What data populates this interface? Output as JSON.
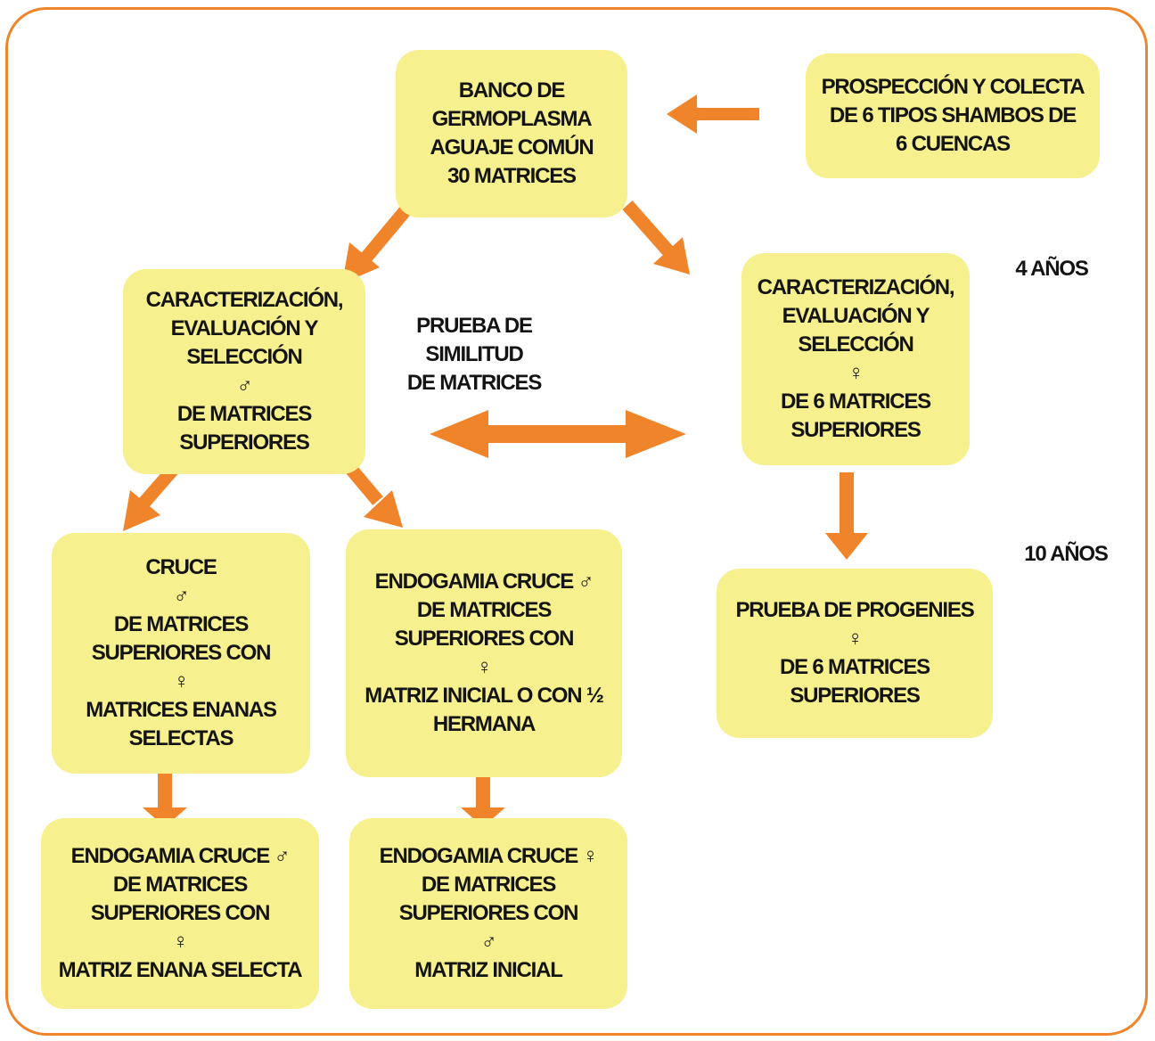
{
  "diagram": {
    "nodes": {
      "banco": [
        "BANCO DE",
        "GERMOPLASMA",
        "AGUAJE COMÚN",
        "30 MATRICES"
      ],
      "prospeccion": [
        "PROSPECCIÓN Y COLECTA",
        "DE 6 TIPOS SHAMBOS DE",
        "6 CUENCAS"
      ],
      "caract_left": [
        "CARACTERIZACIÓN,",
        "EVALUACIÓN Y",
        "SELECCIÓN",
        "♂",
        "DE MATRICES",
        "SUPERIORES"
      ],
      "caract_right": [
        "CARACTERIZACIÓN,",
        "EVALUACIÓN Y",
        "SELECCIÓN",
        "♀",
        "DE 6 MATRICES",
        "SUPERIORES"
      ],
      "cruce": [
        "CRUCE",
        "♂",
        "DE MATRICES",
        "SUPERIORES CON",
        "♀",
        "MATRICES ENANAS",
        "SELECTAS"
      ],
      "endogamia_mid": [
        "ENDOGAMIA CRUCE ♂",
        "DE MATRICES",
        "SUPERIORES CON",
        "♀",
        "MATRIZ INICIAL O CON ½",
        "HERMANA"
      ],
      "progenies": [
        "PRUEBA DE PROGENIES",
        "♀",
        "DE 6 MATRICES",
        "SUPERIORES"
      ],
      "endogamia_bl": [
        "ENDOGAMIA CRUCE ♂",
        "DE MATRICES",
        "SUPERIORES CON",
        "♀",
        "MATRIZ ENANA SELECTA"
      ],
      "endogamia_bm": [
        "ENDOGAMIA CRUCE ♀",
        "DE MATRICES",
        "SUPERIORES CON",
        "♂",
        "MATRIZ INICIAL"
      ]
    },
    "labels": {
      "similitud": [
        "PRUEBA DE",
        "SIMILITUD",
        "DE MATRICES"
      ],
      "years_4": "4 AÑOS",
      "years_10": "10 AÑOS"
    },
    "colors": {
      "box": "#f6f08e",
      "arrow": "#f0842a",
      "frame": "#f0842a",
      "text": "#141414"
    }
  }
}
